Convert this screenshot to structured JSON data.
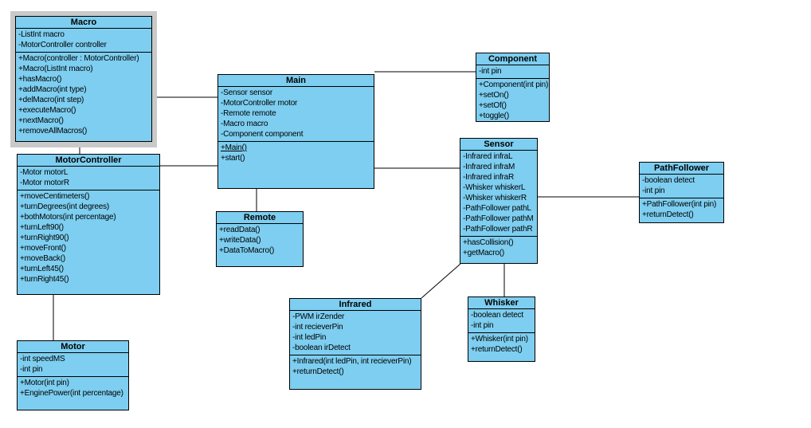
{
  "diagram": {
    "type": "uml-class-diagram",
    "background_color": "#ffffff",
    "node_fill_color": "#7dcef0",
    "node_border_color": "#000000",
    "selection_frame_color": "#c9c9c9"
  },
  "classes": {
    "macro": {
      "name": "Macro",
      "selected": true,
      "attributes": [
        "-ListInt macro",
        "-MotorController controller"
      ],
      "methods": [
        "+Macro(controller : MotorController)",
        "+Macro(ListInt macro)",
        "+hasMacro()",
        "+addMacro(int type)",
        "+delMacro(int step)",
        "+executeMacro()",
        "+nextMacro()",
        "+removeAllMacros()"
      ],
      "underlined": []
    },
    "motorcontroller": {
      "name": "MotorController",
      "attributes": [
        "-Motor motorL",
        "-Motor motorR"
      ],
      "methods": [
        "+moveCentimeters()",
        "+turnDegrees(int degrees)",
        "+bothMotors(int percentage)",
        "+turnLeft90()",
        "+turnRight90()",
        "+moveFront()",
        "+moveBack()",
        "+turnLeft45()",
        "+turnRight45()"
      ],
      "underlined": []
    },
    "motor": {
      "name": "Motor",
      "attributes": [
        "-int speedMS",
        "-int pin"
      ],
      "methods": [
        "+Motor(int pin)",
        "+EnginePower(int percentage)"
      ],
      "underlined": []
    },
    "main": {
      "name": "Main",
      "attributes": [
        "-Sensor sensor",
        "-MotorController motor",
        "-Remote remote",
        "-Macro macro",
        "-Component component"
      ],
      "methods": [
        "+Main()",
        "+start()"
      ],
      "underlined": [
        "+Main()"
      ]
    },
    "remote": {
      "name": "Remote",
      "attributes": [],
      "methods": [
        "+readData()",
        "+writeData()",
        "+DataToMacro()"
      ],
      "underlined": []
    },
    "component": {
      "name": "Component",
      "attributes": [
        "-int pin"
      ],
      "methods": [
        "+Component(int pin)",
        "+setOn()",
        "+setOf()",
        "+toggle()"
      ],
      "underlined": []
    },
    "sensor": {
      "name": "Sensor",
      "attributes": [
        "-Infrared infraL",
        "-Infrared infraM",
        "-Infrared infraR",
        "-Whisker whiskerL",
        "-Whisker whiskerR",
        "-PathFollower pathL",
        "-PathFollower pathM",
        "-PathFollower pathR"
      ],
      "methods": [
        "+hasCollision()",
        "+getMacro()"
      ],
      "underlined": []
    },
    "pathfollower": {
      "name": "PathFollower",
      "attributes": [
        "-boolean detect",
        "-int pin"
      ],
      "methods": [
        "+PathFollower(int pin)",
        "+returnDetect()"
      ],
      "underlined": []
    },
    "infrared": {
      "name": "Infrared",
      "attributes": [
        "-PWM irZender",
        "-int recieverPin",
        "-int ledPin",
        "-boolean irDetect"
      ],
      "methods": [
        "+Infrared(int ledPin, int recieverPin)",
        "+returnDetect()"
      ],
      "underlined": []
    },
    "whisker": {
      "name": "Whisker",
      "attributes": [
        "-boolean detect",
        "-int pin"
      ],
      "methods": [
        "+Whisker(int pin)",
        "+returnDetect()"
      ],
      "underlined": []
    }
  },
  "edges": [
    {
      "from": "Macro",
      "to": "Main"
    },
    {
      "from": "MotorController",
      "to": "Main"
    },
    {
      "from": "Macro",
      "to": "MotorController"
    },
    {
      "from": "MotorController",
      "to": "Motor"
    },
    {
      "from": "Main",
      "to": "Remote"
    },
    {
      "from": "Main",
      "to": "Component"
    },
    {
      "from": "Main",
      "to": "Sensor"
    },
    {
      "from": "Sensor",
      "to": "PathFollower"
    },
    {
      "from": "Sensor",
      "to": "Whisker"
    },
    {
      "from": "Sensor",
      "to": "Infrared"
    }
  ]
}
